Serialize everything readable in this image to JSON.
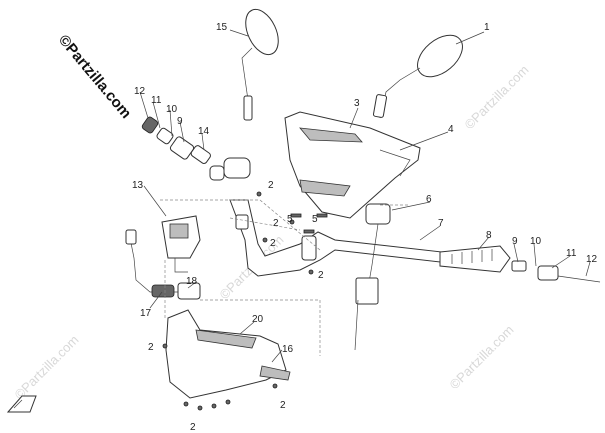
{
  "watermarks": {
    "main": "©Partzilla.com",
    "faint": "©Partzilla.com"
  },
  "callouts": [
    {
      "id": "c1",
      "text": "1"
    },
    {
      "id": "c2a",
      "text": "2"
    },
    {
      "id": "c2b",
      "text": "2"
    },
    {
      "id": "c2c",
      "text": "2"
    },
    {
      "id": "c2d",
      "text": "2"
    },
    {
      "id": "c2e",
      "text": "2"
    },
    {
      "id": "c2f",
      "text": "2"
    },
    {
      "id": "c2g",
      "text": "2"
    },
    {
      "id": "c3",
      "text": "3"
    },
    {
      "id": "c4",
      "text": "4"
    },
    {
      "id": "c5a",
      "text": "5"
    },
    {
      "id": "c5b",
      "text": "5"
    },
    {
      "id": "c6",
      "text": "6"
    },
    {
      "id": "c7",
      "text": "7"
    },
    {
      "id": "c8",
      "text": "8"
    },
    {
      "id": "c9a",
      "text": "9"
    },
    {
      "id": "c9b",
      "text": "9"
    },
    {
      "id": "c10a",
      "text": "10"
    },
    {
      "id": "c10b",
      "text": "10"
    },
    {
      "id": "c11a",
      "text": "11"
    },
    {
      "id": "c11b",
      "text": "11"
    },
    {
      "id": "c12a",
      "text": "12"
    },
    {
      "id": "c12b",
      "text": "12"
    },
    {
      "id": "c13",
      "text": "13"
    },
    {
      "id": "c14",
      "text": "14"
    },
    {
      "id": "c15",
      "text": "15"
    },
    {
      "id": "c16",
      "text": "16"
    },
    {
      "id": "c17",
      "text": "17"
    },
    {
      "id": "c18",
      "text": "18"
    },
    {
      "id": "c20",
      "text": "20"
    }
  ],
  "colors": {
    "line": "#333333",
    "shade": "#bdbdbd",
    "watermark": "#d8d8d8"
  }
}
